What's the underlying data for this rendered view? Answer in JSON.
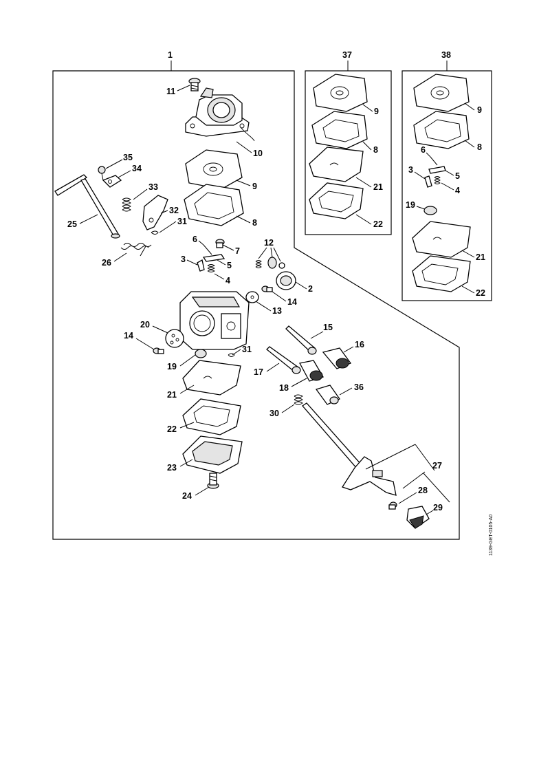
{
  "groups": {
    "main": "1",
    "kit_a": "37",
    "kit_b": "38"
  },
  "labels": {
    "l11": "11",
    "l10": "10",
    "l9": "9",
    "l8": "8",
    "l35": "35",
    "l34": "34",
    "l33": "33",
    "l32": "32",
    "l31a": "31",
    "l25": "25",
    "l26": "26",
    "l6": "6",
    "l7": "7",
    "l3": "3",
    "l5": "5",
    "l4": "4",
    "l12": "12",
    "l2": "2",
    "l14a": "14",
    "l13": "13",
    "l20": "20",
    "l14b": "14",
    "l19": "19",
    "l31b": "31",
    "l21": "21",
    "l22": "22",
    "l23": "23",
    "l24": "24",
    "l15": "15",
    "l16": "16",
    "l17": "17",
    "l18": "18",
    "l36": "36",
    "l30": "30",
    "l27": "27",
    "l28": "28",
    "l29": "29",
    "k37_9": "9",
    "k37_8": "8",
    "k37_21": "21",
    "k37_22": "22",
    "k38_9": "9",
    "k38_8": "8",
    "k38_6": "6",
    "k38_3": "3",
    "k38_5": "5",
    "k38_4": "4",
    "k38_19": "19",
    "k38_21": "21",
    "k38_22": "22"
  },
  "document_code": "1139-GET-0105-A0"
}
